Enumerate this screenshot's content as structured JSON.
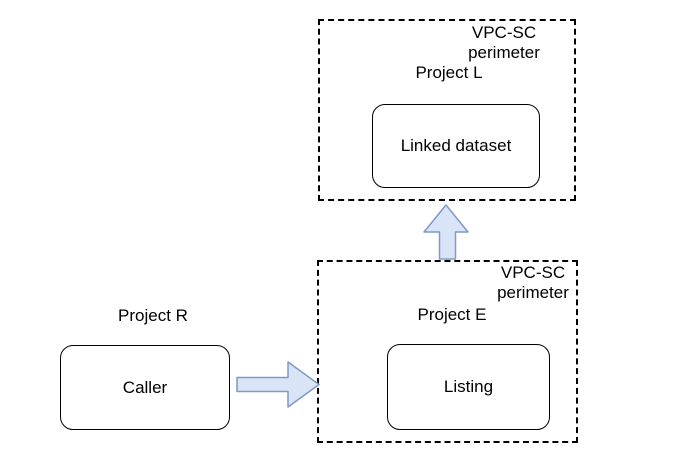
{
  "diagram": {
    "top_perimeter": {
      "label_line1": "VPC-SC",
      "label_line2": "perimeter",
      "project": "Project L",
      "node": "Linked dataset"
    },
    "bottom_perimeter": {
      "label_line1": "VPC-SC",
      "label_line2": "perimeter",
      "project": "Project E",
      "node": "Listing"
    },
    "external": {
      "project": "Project R",
      "node": "Caller"
    },
    "arrows": [
      {
        "name": "caller-to-listing",
        "direction": "right",
        "from": "Caller",
        "to": "Listing"
      },
      {
        "name": "listing-to-linked-dataset",
        "direction": "up",
        "from": "Listing",
        "to": "Linked dataset"
      }
    ],
    "colors": {
      "background": "#ffffff",
      "line": "#000000",
      "text": "#000000",
      "arrow_fill": "#d9e4f6",
      "arrow_stroke": "#7d9ac9"
    }
  }
}
